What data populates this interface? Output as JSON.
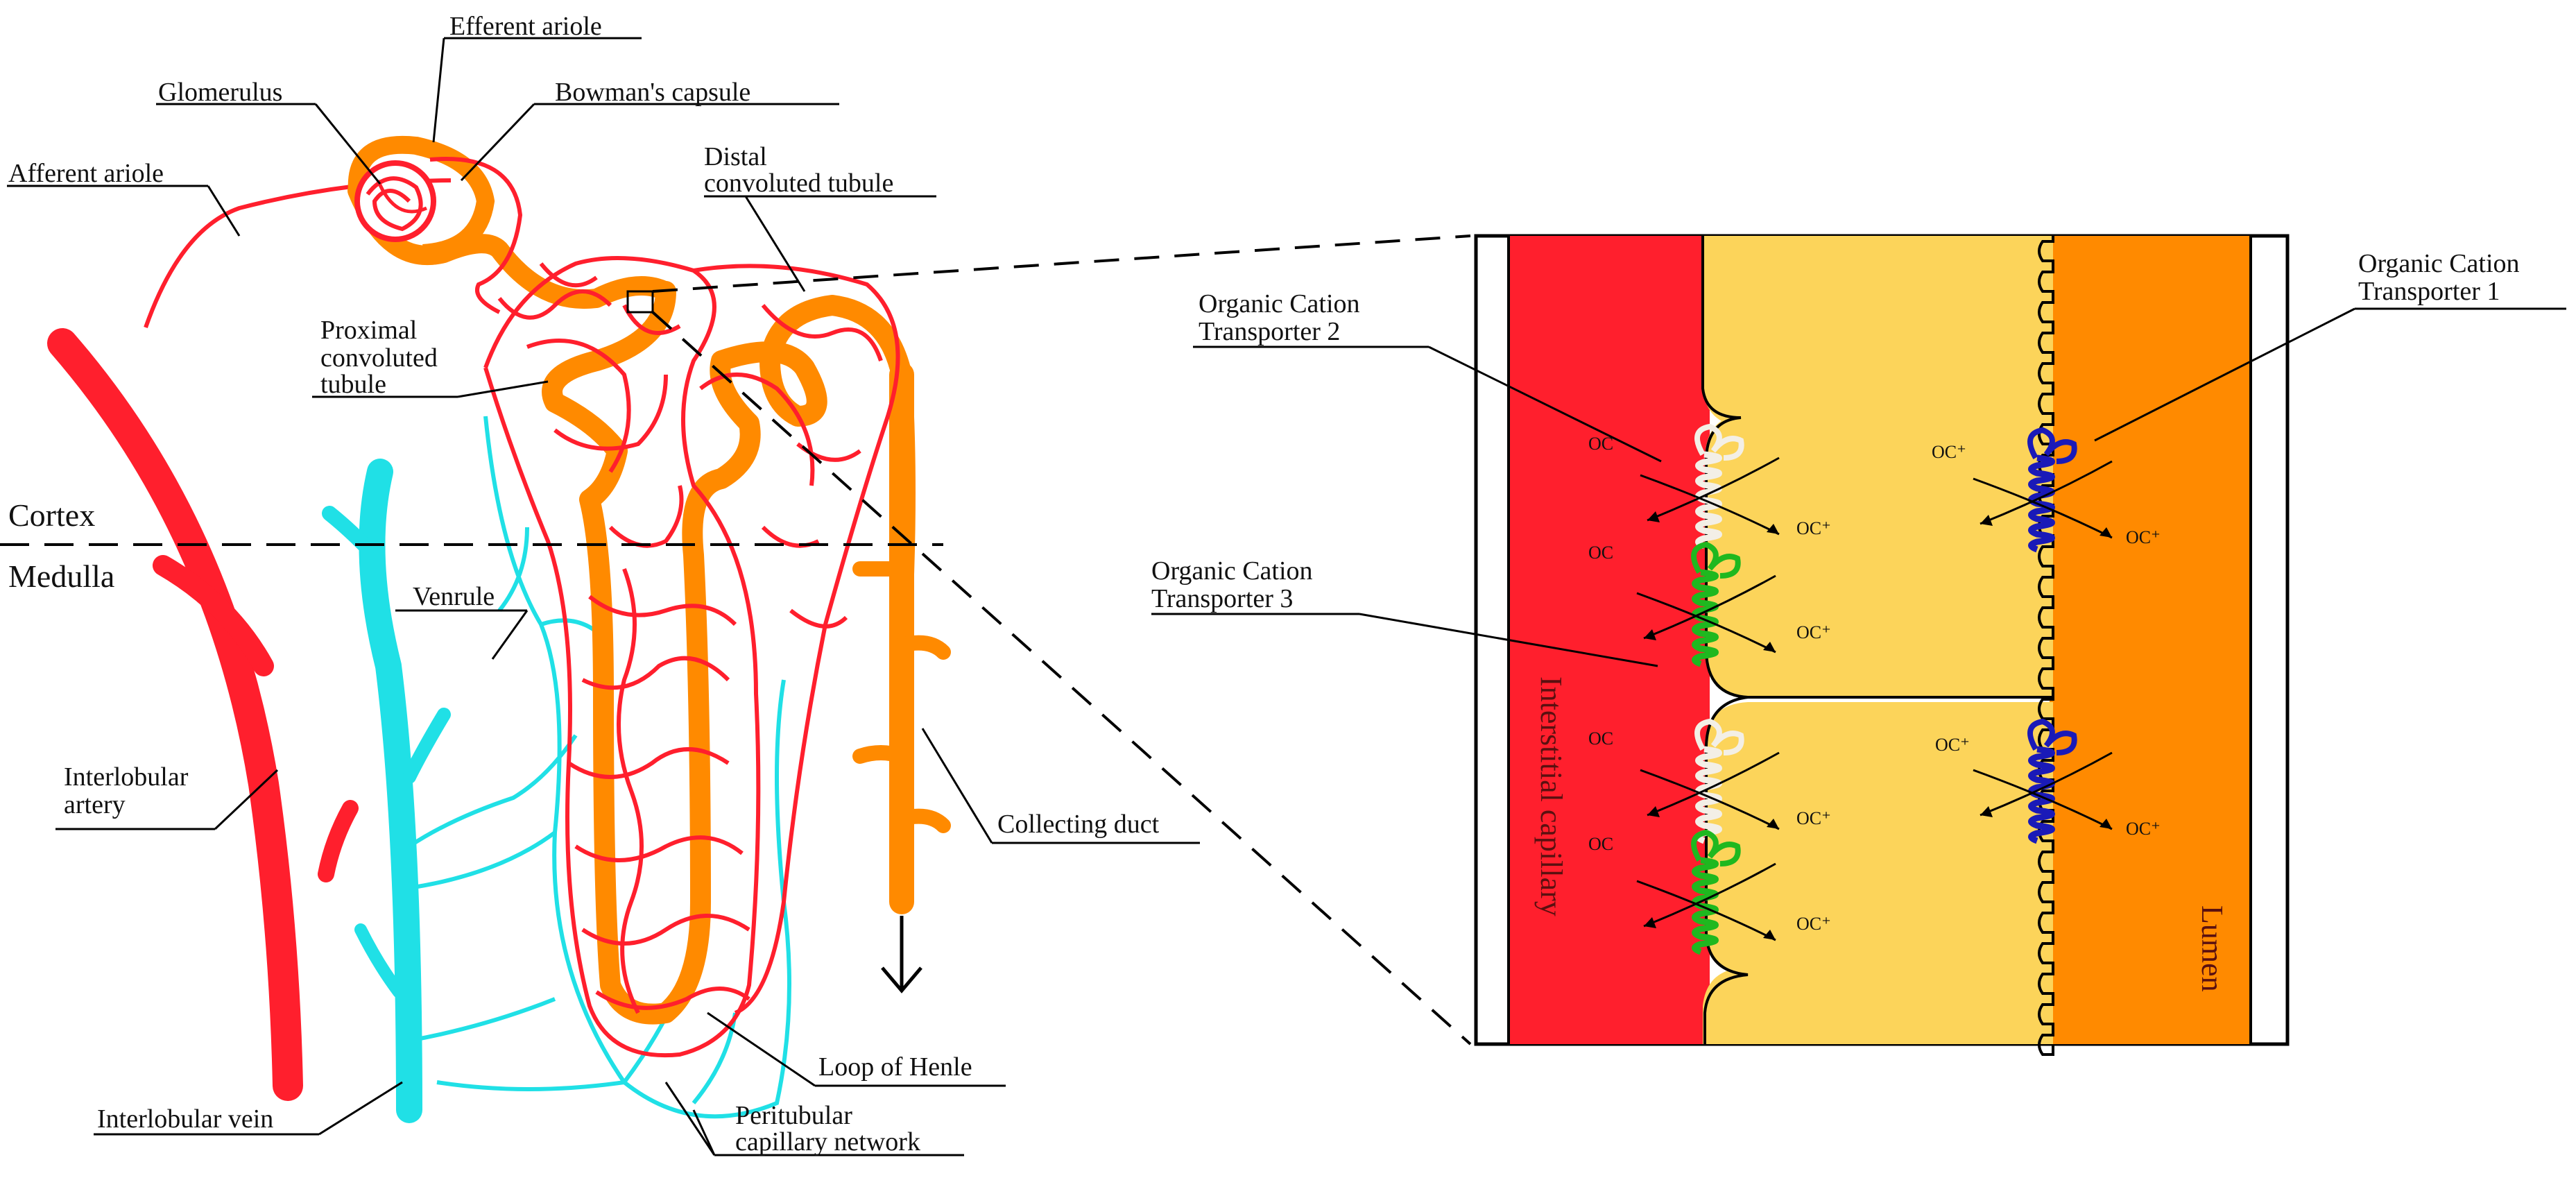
{
  "colors": {
    "artery": "#ff1f2d",
    "vein": "#20e0e6",
    "tubule": "#ff8a00",
    "cell": "#fcd45a",
    "oct1": "#1a1ab8",
    "oct2": "#f3efe6",
    "oct3": "#1fb81f",
    "line": "#000000"
  },
  "labels": {
    "efferent": "Efferent ariole",
    "glomerulus": "Glomerulus",
    "bowman": "Bowman's capsule",
    "afferent": "Afferent ariole",
    "distal_1": "Distal",
    "distal_2": "convoluted tubule",
    "proximal_1": "Proximal",
    "proximal_2": "convoluted",
    "proximal_3": "tubule",
    "cortex": "Cortex",
    "medulla": "Medulla",
    "venrule": "Venrule",
    "artery_1": "Interlobular",
    "artery_2": "artery",
    "collecting": "Collecting duct",
    "vein": "Interlobular vein",
    "henle": "Loop of Henle",
    "peri_1": "Peritubular",
    "peri_2": "capillary network",
    "oct2_1": "Organic Cation",
    "oct2_2": "Transporter 2",
    "oct3_1": "Organic Cation",
    "oct3_2": "Transporter 3",
    "oct1_1": "Organic Cation",
    "oct1_2": "Transporter 1",
    "interstitial": "Interstitial capillary",
    "lumen": "Lumen",
    "oc": "OC",
    "oc_plus": "OC⁺"
  },
  "icons": {
    "flow_arrow": "down-arrow-icon"
  }
}
